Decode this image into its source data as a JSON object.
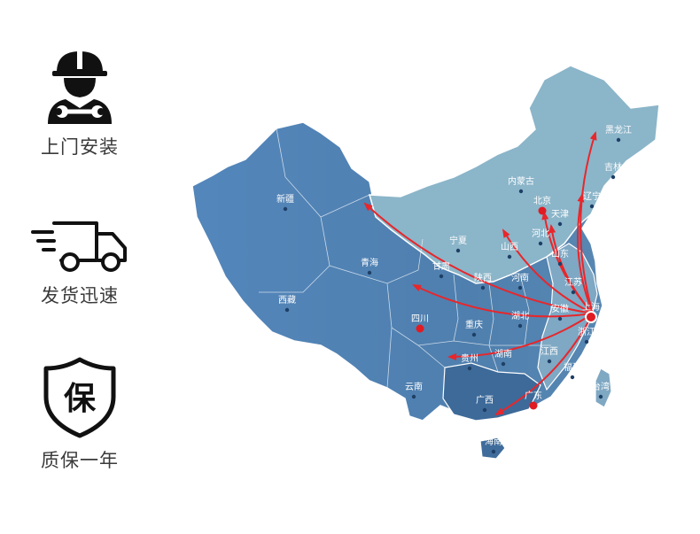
{
  "features": [
    {
      "label": "上门安装",
      "icon": "worker-icon"
    },
    {
      "label": "发货迅速",
      "icon": "delivery-truck-icon"
    },
    {
      "label": "质保一年",
      "icon": "warranty-shield-icon",
      "badge_text": "保"
    }
  ],
  "map": {
    "provinces": [
      {
        "name": "黑龙江"
      },
      {
        "name": "吉林"
      },
      {
        "name": "辽宁"
      },
      {
        "name": "内蒙古"
      },
      {
        "name": "北京"
      },
      {
        "name": "天津"
      },
      {
        "name": "河北"
      },
      {
        "name": "新疆"
      },
      {
        "name": "宁夏"
      },
      {
        "name": "山西"
      },
      {
        "name": "山东"
      },
      {
        "name": "青海"
      },
      {
        "name": "甘肃"
      },
      {
        "name": "陕西"
      },
      {
        "name": "河南"
      },
      {
        "name": "江苏"
      },
      {
        "name": "西藏"
      },
      {
        "name": "安徽"
      },
      {
        "name": "湖北"
      },
      {
        "name": "四川"
      },
      {
        "name": "重庆"
      },
      {
        "name": "上海"
      },
      {
        "name": "浙江"
      },
      {
        "name": "江西"
      },
      {
        "name": "湖南"
      },
      {
        "name": "贵州"
      },
      {
        "name": "福建"
      },
      {
        "name": "云南"
      },
      {
        "name": "台湾"
      },
      {
        "name": "广西"
      },
      {
        "name": "广东"
      },
      {
        "name": "海南"
      }
    ],
    "origin": "上海",
    "destinations": [
      "黑龙江",
      "辽宁",
      "北京",
      "天津",
      "山西",
      "新疆",
      "四川",
      "贵州",
      "广东"
    ],
    "highlighted": [
      "北京",
      "四川",
      "广东",
      "上海"
    ],
    "colors": {
      "arrow": "#e8262b",
      "dot": "#e01b22",
      "land_dark": "#4a78a8",
      "land_light": "#8fb8cc"
    }
  }
}
